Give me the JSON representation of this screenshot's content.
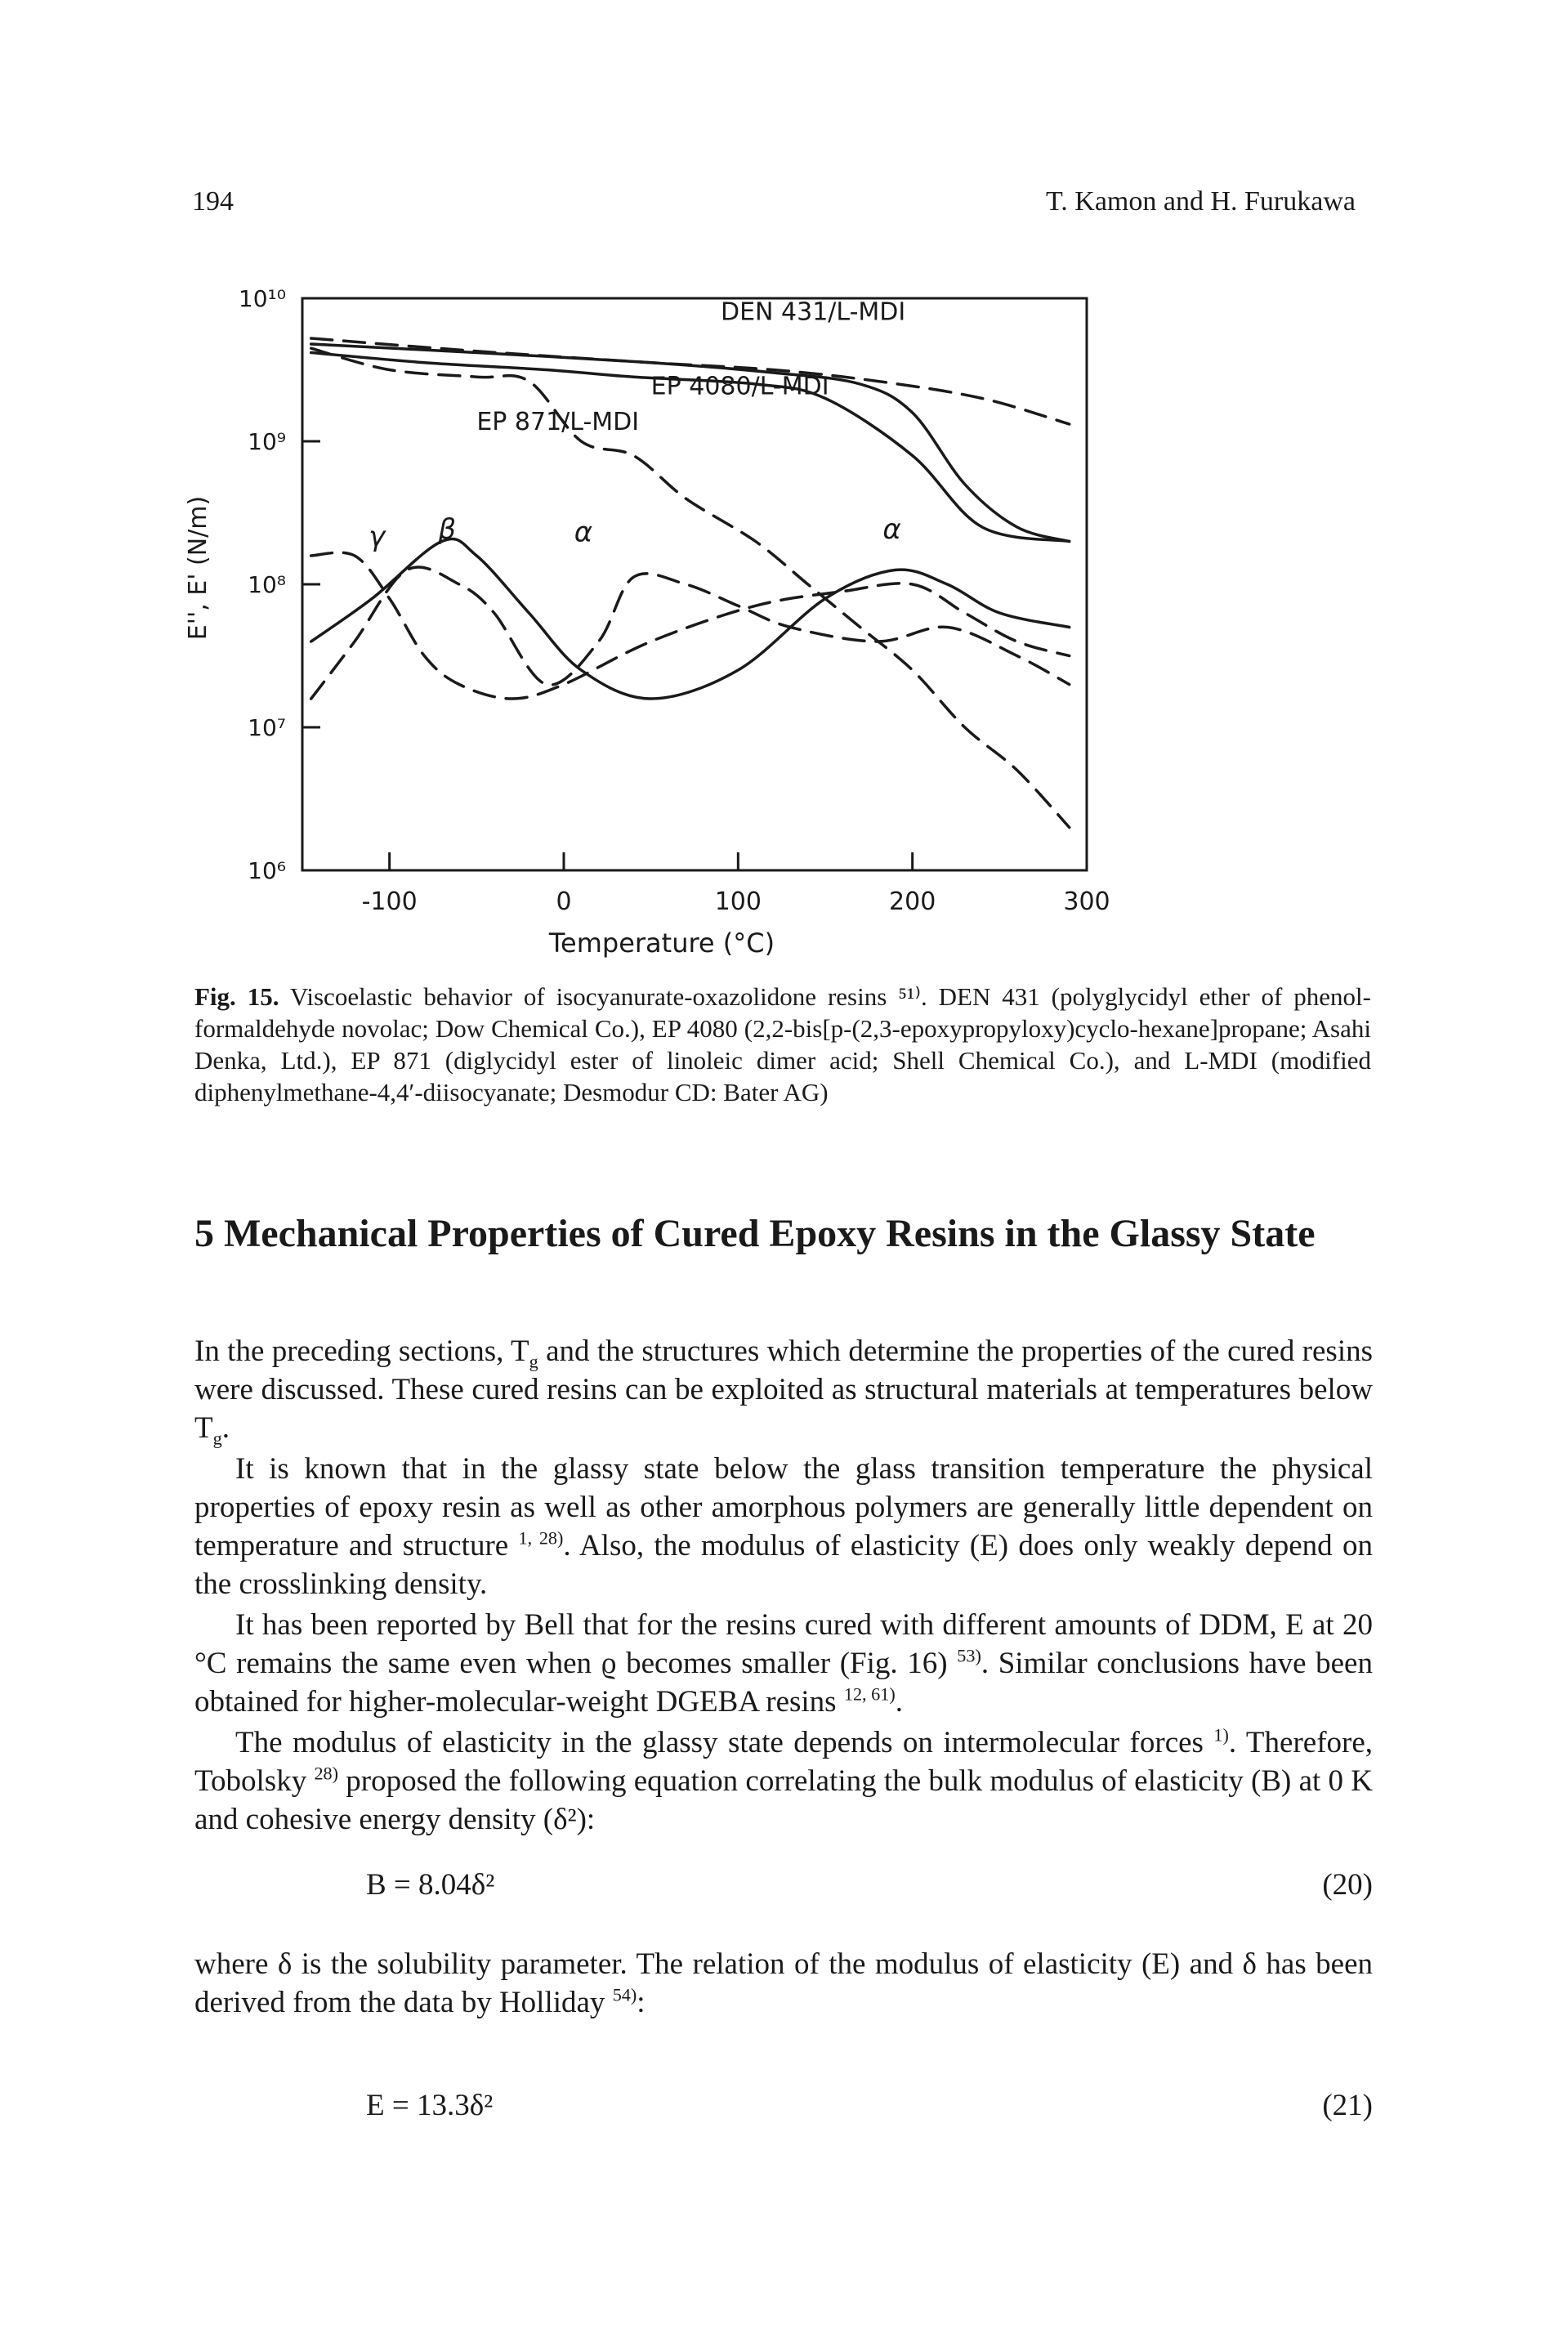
{
  "header": {
    "page_number": "194",
    "running_head": "T. Kamon and H. Furukawa"
  },
  "figure": {
    "caption_label": "Fig. 15.",
    "caption_text": "Viscoelastic behavior of isocyanurate-oxazolidone resins ⁵¹⁾. DEN 431 (polyglycidyl ether of phenol-formaldehyde novolac; Dow Chemical Co.), EP 4080 (2,2-bis[p-(2,3-epoxypropyloxy)cyclo-hexane]propane; Asahi Denka, Ltd.), EP 871 (diglycidyl ester of linoleic dimer acid; Shell Chemical Co.), and L-MDI (modified diphenylmethane-4,4′-diisocyanate; Desmodur CD: Bater AG)"
  },
  "chart_data": {
    "type": "line",
    "xlabel": "Temperature (°C)",
    "ylabel": "E'', E' (N/m)",
    "x_ticks": [
      "-100",
      "0",
      "100",
      "200",
      "300"
    ],
    "y_ticks": [
      "10¹⁰",
      "10⁹",
      "10⁸",
      "10⁷",
      "10⁶"
    ],
    "xlim": [
      -150,
      300
    ],
    "ylim_log10": [
      6,
      10
    ],
    "y_scale": "log",
    "grid": false,
    "annotations": [
      "DEN 431/L-MDI",
      "EP 4080/L-MDI",
      "EP 871/L-MDI",
      "γ",
      "β",
      "α",
      "α"
    ],
    "series": [
      {
        "name": "DEN 431/L-MDI",
        "measure": "E'",
        "style": "solid",
        "points": [
          [
            -145,
            9.68
          ],
          [
            -50,
            9.62
          ],
          [
            50,
            9.55
          ],
          [
            120,
            9.48
          ],
          [
            170,
            9.4
          ],
          [
            200,
            9.2
          ],
          [
            230,
            8.7
          ],
          [
            260,
            8.4
          ],
          [
            290,
            8.3
          ]
        ]
      },
      {
        "name": "DEN 431/L-MDI",
        "measure": "E''",
        "style": "dashed",
        "points": [
          [
            -145,
            9.72
          ],
          [
            -50,
            9.63
          ],
          [
            50,
            9.55
          ],
          [
            120,
            9.5
          ],
          [
            180,
            9.42
          ],
          [
            240,
            9.3
          ],
          [
            290,
            9.12
          ]
        ]
      },
      {
        "name": "EP 4080/L-MDI",
        "measure": "E'",
        "style": "solid",
        "points": [
          [
            -145,
            9.62
          ],
          [
            -80,
            9.55
          ],
          [
            -10,
            9.5
          ],
          [
            40,
            9.45
          ],
          [
            110,
            9.4
          ],
          [
            150,
            9.3
          ],
          [
            200,
            8.9
          ],
          [
            240,
            8.4
          ],
          [
            290,
            8.3
          ]
        ]
      },
      {
        "name": "EP 871/L-MDI",
        "measure": "E'",
        "style": "dashed",
        "points": [
          [
            -145,
            9.65
          ],
          [
            -100,
            9.5
          ],
          [
            -50,
            9.45
          ],
          [
            -20,
            9.42
          ],
          [
            10,
            9.0
          ],
          [
            40,
            8.9
          ],
          [
            70,
            8.6
          ],
          [
            110,
            8.3
          ],
          [
            140,
            8.0
          ],
          [
            170,
            7.7
          ],
          [
            200,
            7.4
          ],
          [
            230,
            7.0
          ],
          [
            260,
            6.7
          ],
          [
            290,
            6.3
          ]
        ]
      },
      {
        "name": "EP 871/L-MDI",
        "measure": "E''",
        "style": "solid",
        "points": [
          [
            -145,
            7.6
          ],
          [
            -110,
            7.9
          ],
          [
            -70,
            8.3
          ],
          [
            -50,
            8.2
          ],
          [
            -20,
            7.8
          ],
          [
            10,
            7.4
          ],
          [
            50,
            7.2
          ],
          [
            100,
            7.4
          ],
          [
            150,
            7.9
          ],
          [
            190,
            8.1
          ],
          [
            220,
            8.0
          ],
          [
            250,
            7.8
          ],
          [
            290,
            7.7
          ]
        ]
      },
      {
        "name": "EP 4080/L-MDI",
        "measure": "E''",
        "style": "dashed",
        "points": [
          [
            -145,
            8.2
          ],
          [
            -120,
            8.2
          ],
          [
            -100,
            7.9
          ],
          [
            -80,
            7.5
          ],
          [
            -60,
            7.3
          ],
          [
            -30,
            7.2
          ],
          [
            0,
            7.3
          ],
          [
            50,
            7.6
          ],
          [
            110,
            7.85
          ],
          [
            160,
            7.95
          ],
          [
            200,
            8.0
          ],
          [
            230,
            7.8
          ],
          [
            260,
            7.6
          ],
          [
            290,
            7.5
          ]
        ]
      },
      {
        "name": "DEN 431/L-MDI",
        "measure": "E''",
        "style": "dashed",
        "points": [
          [
            -145,
            7.2
          ],
          [
            -120,
            7.6
          ],
          [
            -90,
            8.1
          ],
          [
            -60,
            8.0
          ],
          [
            -40,
            7.8
          ],
          [
            -10,
            7.3
          ],
          [
            20,
            7.6
          ],
          [
            40,
            8.05
          ],
          [
            70,
            8.0
          ],
          [
            100,
            7.85
          ],
          [
            130,
            7.7
          ],
          [
            180,
            7.6
          ],
          [
            220,
            7.7
          ],
          [
            260,
            7.5
          ],
          [
            290,
            7.3
          ]
        ]
      }
    ]
  },
  "section": {
    "title": "5 Mechanical Properties of Cured Epoxy Resins in the Glassy State"
  },
  "body": {
    "p1_a": "In the preceding sections, T",
    "p1_sub": "g",
    "p1_b": " and the structures which determine the properties of the cured resins were discussed. These cured resins can be exploited as structural materials at temperatures below T",
    "p1_sub2": "g",
    "p1_c": ".",
    "p2_a": "It is known that in the glassy state below the glass transition temperature the physical properties of epoxy resin as well as other amorphous polymers are generally little dependent on temperature and structure ",
    "p2_sup": "1, 28)",
    "p2_b": ". Also, the modulus of elasticity (E) does only weakly depend on the crosslinking density.",
    "p3_a": "It has been reported by Bell that for the resins cured with different amounts of DDM, E at 20 °C remains the same even when ϱ becomes smaller (Fig. 16) ",
    "p3_sup": "53)",
    "p3_b": ". Similar conclusions have been obtained for higher-molecular-weight DGEBA resins ",
    "p3_sup2": "12, 61)",
    "p3_c": ".",
    "p4_a": "The modulus of elasticity in the glassy state depends on intermolecular forces ",
    "p4_sup": "1)",
    "p4_b": ". Therefore, Tobolsky ",
    "p4_sup2": "28)",
    "p4_c": " proposed the following equation correlating the bulk modulus of elasticity (B) at 0 K and cohesive energy density (δ²):",
    "eq20": "B = 8.04δ²",
    "eq20_num": "(20)",
    "p5_a": "where δ is the solubility parameter. The relation of the modulus of elasticity (E) and δ has been derived from the data by Holliday ",
    "p5_sup": "54)",
    "p5_b": ":",
    "eq21": "E = 13.3δ²",
    "eq21_num": "(21)"
  }
}
